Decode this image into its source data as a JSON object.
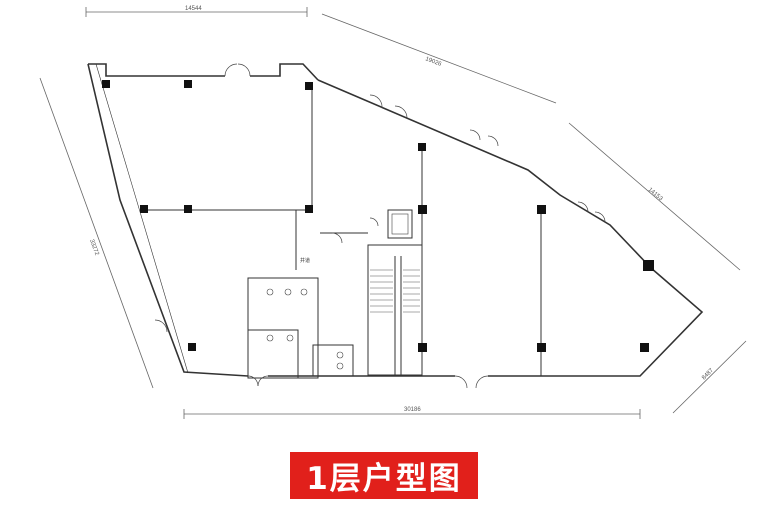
{
  "title": "1层户型图",
  "dimensions": {
    "top_left": "14544",
    "top_mid": "19026",
    "top_right": "14153",
    "left": "33272",
    "bottom": "30186",
    "right": "8487"
  },
  "labels": {
    "room_mark": "井道"
  },
  "colors": {
    "banner": "#e1201b",
    "lines": "#333333",
    "column": "#111111"
  }
}
